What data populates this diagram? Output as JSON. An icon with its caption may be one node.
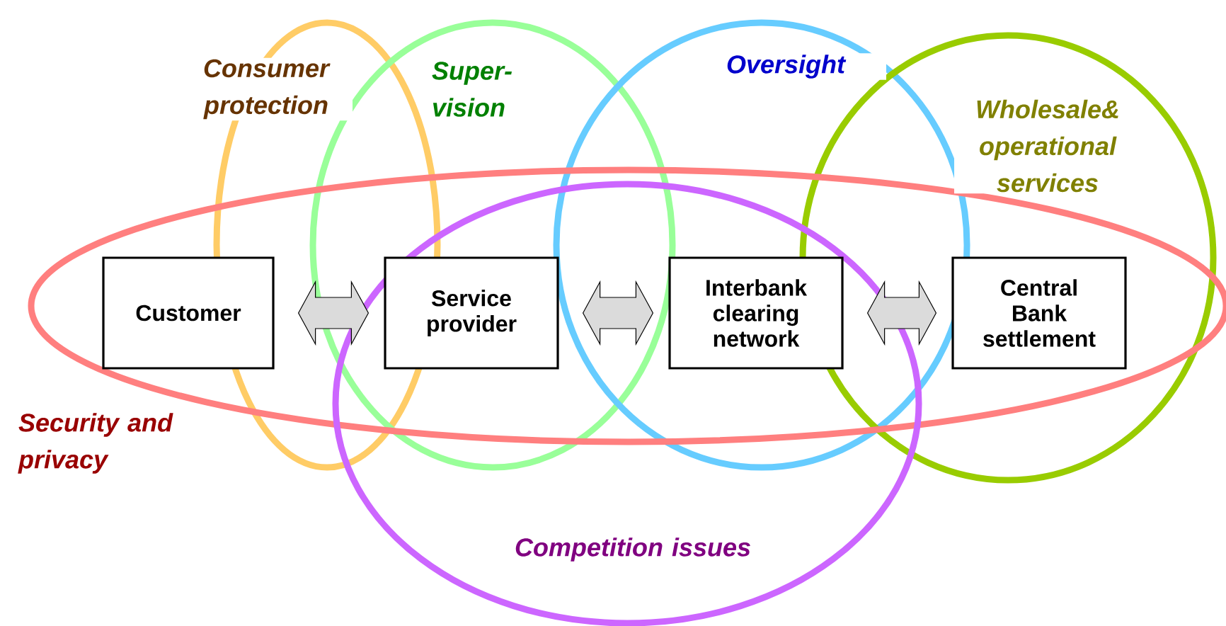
{
  "diagram": {
    "nodes": [
      {
        "text": [
          "Consumer protection"
        ]
      },
      {
        "text": [
          "Super- vision"
        ]
      },
      {
        "text": [
          "Oversight"
        ]
      },
      {
        "text": [
          "Wholesale& operational services"
        ]
      },
      {
        "text": [
          "Security and privacy"
        ]
      },
      {
        "text": [
          "Competition issues"
        ]
      },
      {
        "text": [
          "Customer"
        ],
        "in": 4
      },
      {
        "text": [
          "Service provider"
        ]
      },
      {
        "text": [
          "Interbank clearing network"
        ]
      },
      {
        "text": [
          "Central Bank settlement"
        ]
      }
    ],
    "edges": [
      {
        "from": 6,
        "to": 7,
        "arrow": "both"
      },
      {
        "from": 7,
        "to": 8,
        "arrow": "both"
      },
      {
        "from": 8,
        "to": 9,
        "arrow": "both"
      }
    ]
  }
}
